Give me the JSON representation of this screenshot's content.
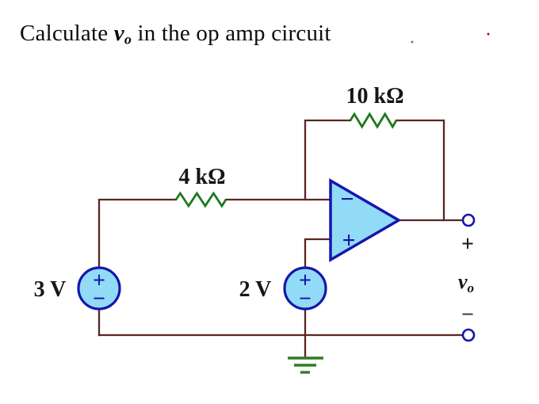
{
  "title": {
    "prefix": "Calculate ",
    "var": "v",
    "sub": "o",
    "suffix": " in the op amp circuit"
  },
  "labels": {
    "feedback_resistor": "10 kΩ",
    "input_resistor": "4 kΩ",
    "left_source": "3 V",
    "mid_source": "2 V"
  },
  "signs": {
    "opamp_inverting": "−",
    "opamp_noninverting": "+",
    "source_plus": "+",
    "source_minus": "−",
    "output_plus": "+",
    "output_minus": "−"
  },
  "output": {
    "var": "v",
    "sub": "o"
  },
  "colors": {
    "wire": "#5b2523",
    "resistor_zigzag": "#1e7a1e",
    "ground": "#2e7d21",
    "component_fill": "#92dbf7",
    "component_stroke": "#1516ad",
    "label_text": "#161616",
    "title_text": "#0c0c0c"
  }
}
